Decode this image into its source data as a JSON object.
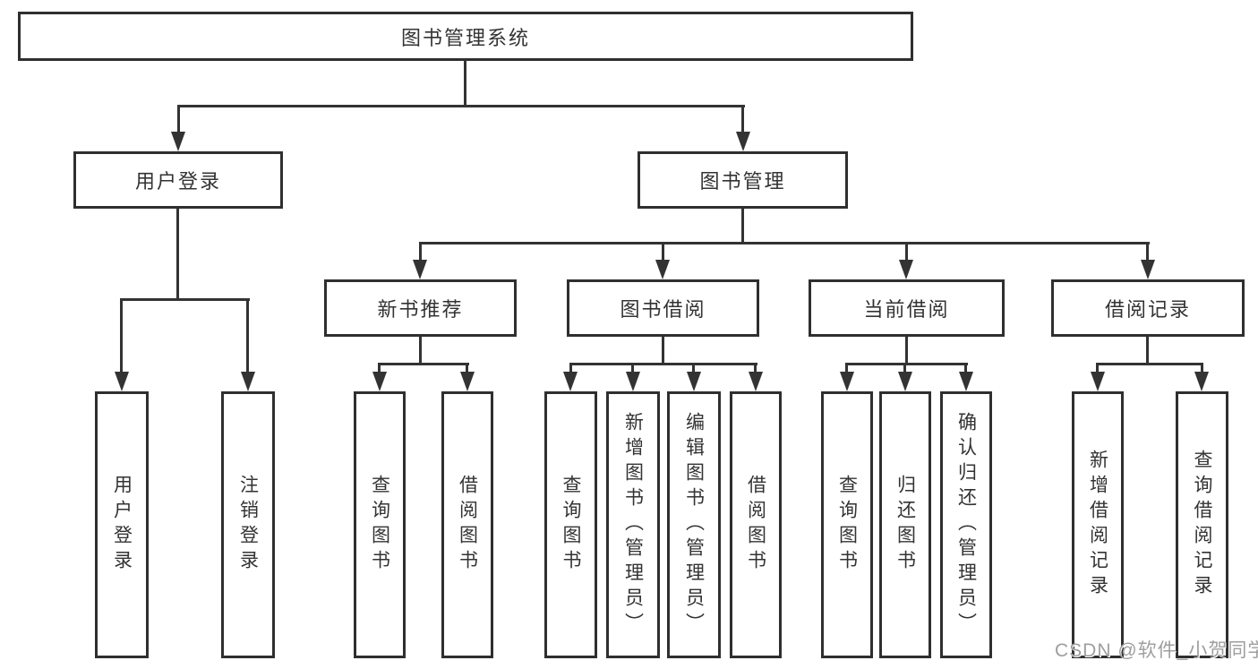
{
  "diagram": {
    "root": {
      "label": "图书管理系统"
    },
    "branches": [
      {
        "label": "用户登录",
        "leaves": [
          "用户登录",
          "注销登录"
        ]
      },
      {
        "label": "图书管理",
        "children": [
          {
            "label": "新书推荐",
            "leaves": [
              "查询图书",
              "借阅图书"
            ]
          },
          {
            "label": "图书借阅",
            "leaves": [
              "查询图书",
              "新增图书（管理员）",
              "编辑图书（管理员）",
              "借阅图书"
            ]
          },
          {
            "label": "当前借阅",
            "leaves": [
              "查询图书",
              "归还图书",
              "确认归还（管理员）"
            ]
          },
          {
            "label": "借阅记录",
            "leaves": [
              "新增借阅记录",
              "查询借阅记录"
            ]
          }
        ]
      }
    ]
  },
  "watermark": {
    "text": "CSDN @软件_小贺同学"
  },
  "colors": {
    "line": "#333333",
    "border": "#2f2f2f",
    "text": "#333333",
    "background": "#ffffff",
    "watermark_text": "#9e9e9e"
  }
}
